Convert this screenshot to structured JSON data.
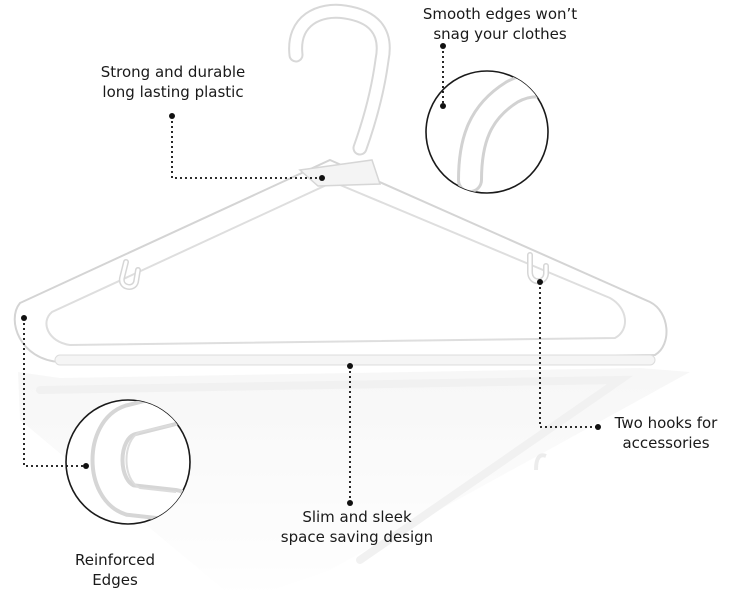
{
  "image": {
    "subject": "white-plastic-clothes-hanger",
    "hanger_color": "#ffffff",
    "outline_color": "#dcdcdc",
    "leader_color": "#111111"
  },
  "callouts": {
    "smooth_edges": {
      "line1": "Smooth edges won’t",
      "line2": "snag your clothes"
    },
    "strong_durable": {
      "line1": "Strong and durable",
      "line2": "long lasting plastic"
    },
    "two_hooks": {
      "line1": "Two hooks for",
      "line2": "accessories"
    },
    "slim_sleek": {
      "line1": "Slim and sleek",
      "line2": "space saving design"
    },
    "reinforced_edges": {
      "line1": "Reinforced",
      "line2": "Edges"
    }
  }
}
